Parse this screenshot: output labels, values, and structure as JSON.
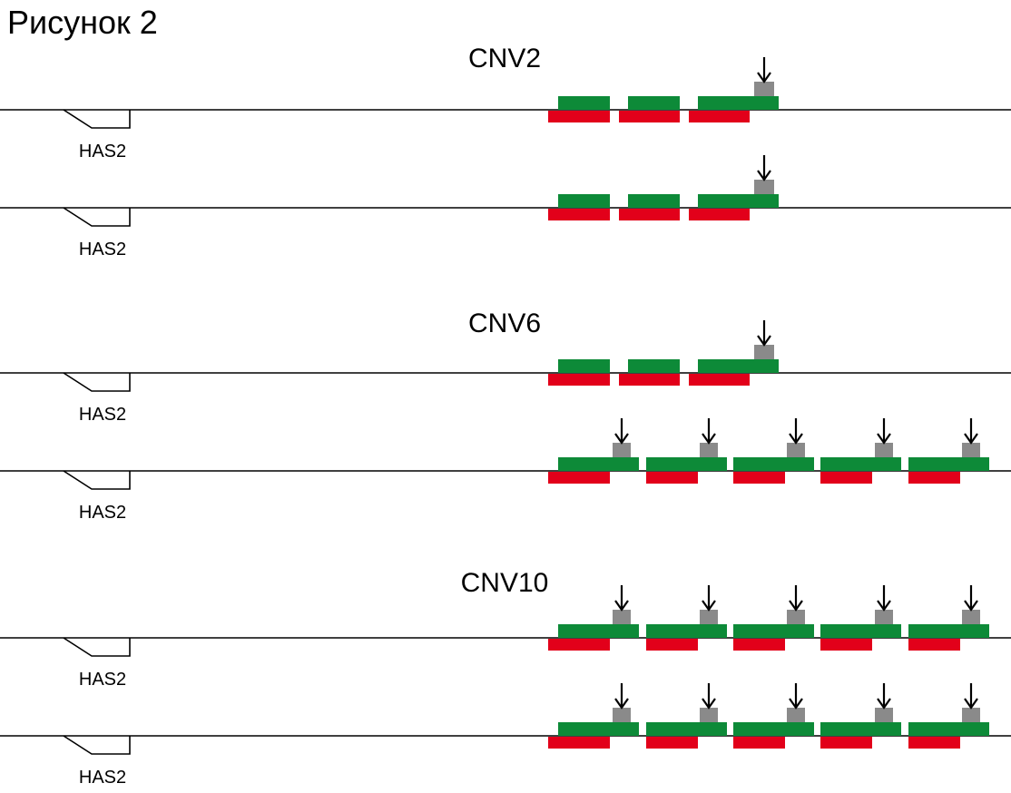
{
  "figure": {
    "title": "Рисунок 2"
  },
  "colors": {
    "background": "#ffffff",
    "line": "#000000",
    "green_segment": "#0d8a38",
    "red_segment": "#e2001a",
    "marker": "#8a8a8a"
  },
  "groups": [
    {
      "label": "CNV2",
      "tracks": [
        {
          "gene_label": "HAS2",
          "copies": 3,
          "layout": "short"
        },
        {
          "gene_label": "HAS2",
          "copies": 3,
          "layout": "short"
        }
      ]
    },
    {
      "label": "CNV6",
      "tracks": [
        {
          "gene_label": "HAS2",
          "copies": 3,
          "layout": "short"
        },
        {
          "gene_label": "HAS2",
          "copies": 5,
          "layout": "long"
        }
      ]
    },
    {
      "label": "CNV10",
      "tracks": [
        {
          "gene_label": "HAS2",
          "copies": 5,
          "layout": "long"
        },
        {
          "gene_label": "HAS2",
          "copies": 5,
          "layout": "long"
        }
      ]
    }
  ]
}
